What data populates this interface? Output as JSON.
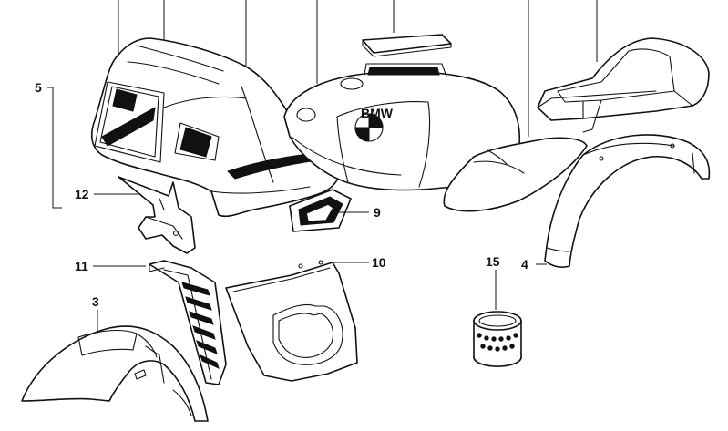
{
  "diagram": {
    "callouts": [
      {
        "id": "5",
        "label": "5"
      },
      {
        "id": "12",
        "label": "12"
      },
      {
        "id": "9",
        "label": "9"
      },
      {
        "id": "11",
        "label": "11"
      },
      {
        "id": "10",
        "label": "10"
      },
      {
        "id": "3",
        "label": "3"
      },
      {
        "id": "15",
        "label": "15"
      },
      {
        "id": "4",
        "label": "4"
      }
    ],
    "logo": "BMW"
  }
}
